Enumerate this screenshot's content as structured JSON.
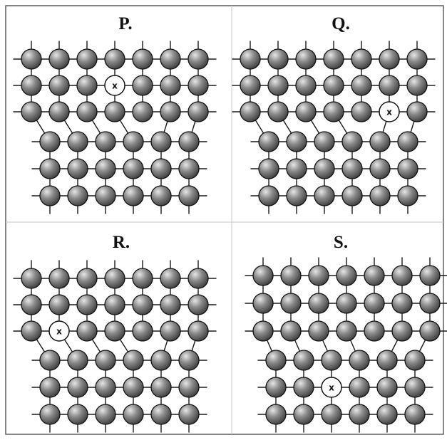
{
  "panels": [
    {
      "label": "P.",
      "vacancy_label": "x",
      "vacancy_row": 1,
      "vacancy_col": 3
    },
    {
      "label": "Q.",
      "vacancy_label": "x",
      "vacancy_row": 2,
      "vacancy_col": 5
    },
    {
      "label": "R.",
      "vacancy_label": "x",
      "vacancy_row": 2,
      "vacancy_col": 1
    },
    {
      "label": "S.",
      "vacancy_label": "x",
      "vacancy_row": 4,
      "vacancy_col": 2
    }
  ],
  "colors": {
    "atom_dark": "#3c3c3c",
    "atom_mid": "#8a8a8a",
    "atom_light": "#e6e6e6",
    "vacancy": "#ffffff",
    "line": "#1a1a1a"
  }
}
